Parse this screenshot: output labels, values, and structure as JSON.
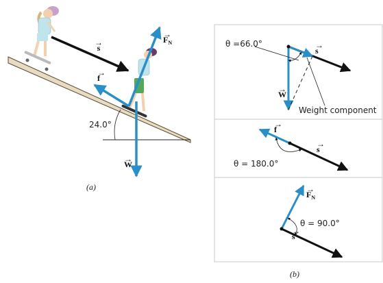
{
  "panel_a": {
    "caption": "(a)",
    "incline_angle": "24.0°",
    "vectors": {
      "displacement": "s",
      "friction": "f",
      "normal": "F",
      "normal_sub": "N",
      "weight": "W"
    }
  },
  "panel_b": {
    "caption": "(b)",
    "box1": {
      "theta": "θ =66.0°",
      "s": "s",
      "w": "W",
      "weight_component": "Weight component"
    },
    "box2": {
      "f": "f",
      "s": "s",
      "theta": "θ = 180.0°"
    },
    "box3": {
      "fn": "F",
      "fn_sub": "N",
      "s": "s",
      "theta": "θ = 90.0°"
    }
  },
  "colors": {
    "force_blue": "#2a8fc6",
    "displacement_black": "#111111",
    "incline_fill": "#e7dcc3"
  }
}
